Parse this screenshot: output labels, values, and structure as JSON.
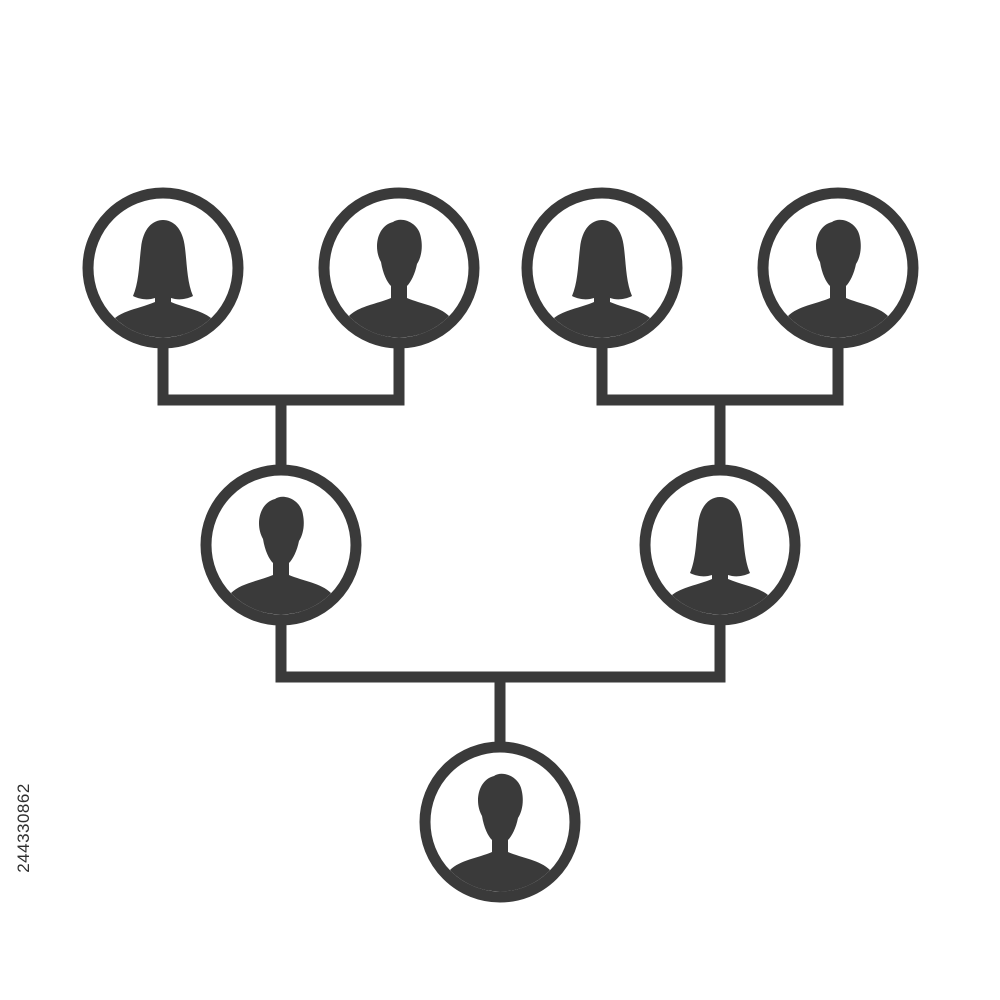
{
  "diagram": {
    "type": "family-tree",
    "colors": {
      "ink": "#3a3a3a",
      "background": "#ffffff"
    },
    "members": [
      {
        "id": "gp1",
        "icon": "female-avatar-icon",
        "generation": "grandparents"
      },
      {
        "id": "gp2",
        "icon": "male-avatar-icon",
        "generation": "grandparents"
      },
      {
        "id": "gp3",
        "icon": "female-avatar-icon",
        "generation": "grandparents"
      },
      {
        "id": "gp4",
        "icon": "male-avatar-icon",
        "generation": "grandparents"
      },
      {
        "id": "p1",
        "icon": "male-avatar-icon",
        "generation": "parents"
      },
      {
        "id": "p2",
        "icon": "female-avatar-icon",
        "generation": "parents"
      },
      {
        "id": "c1",
        "icon": "male-avatar-icon",
        "generation": "child"
      }
    ],
    "links": [
      {
        "parents": [
          "gp1",
          "gp2"
        ],
        "child": "p1"
      },
      {
        "parents": [
          "gp3",
          "gp4"
        ],
        "child": "p2"
      },
      {
        "parents": [
          "p1",
          "p2"
        ],
        "child": "c1"
      }
    ]
  },
  "side_id": "244330862"
}
